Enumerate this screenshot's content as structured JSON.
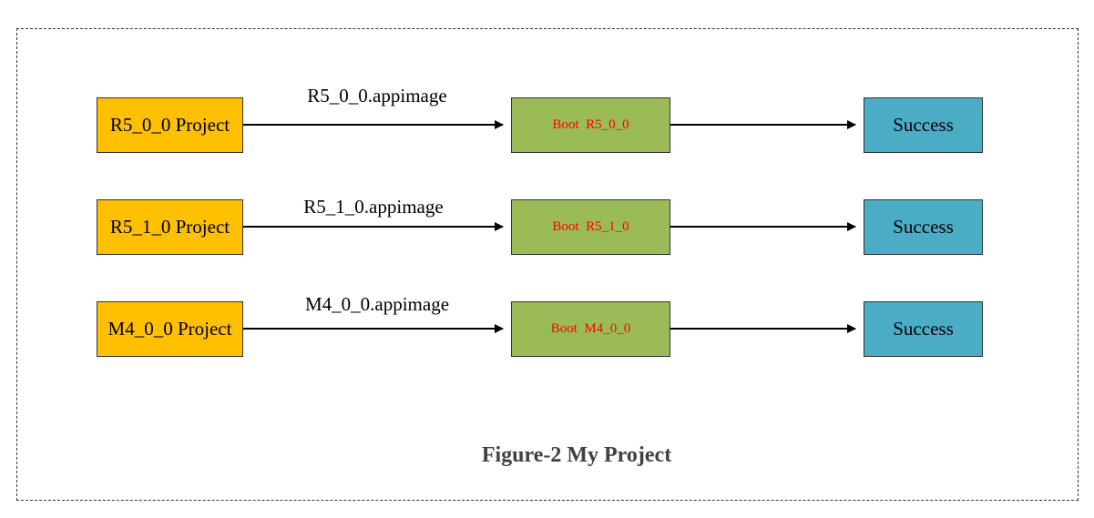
{
  "colors": {
    "project_fill": "#ffc000",
    "boot_fill": "#9bbb59",
    "success_fill": "#4bacc6",
    "boot_text": "#ff0000",
    "caption_text": "#404040"
  },
  "rows": [
    {
      "project": "R5_0_0 Project",
      "edge": "R5_0_0.appimage",
      "boot": "Boot  R5_0_0",
      "result": "Success"
    },
    {
      "project": "R5_1_0 Project",
      "edge": "R5_1_0.appimage",
      "boot": "Boot  R5_1_0",
      "result": "Success"
    },
    {
      "project": "M4_0_0 Project",
      "edge": "M4_0_0.appimage",
      "boot": "Boot  M4_0_0",
      "result": "Success"
    }
  ],
  "caption": "Figure-2 My Project"
}
